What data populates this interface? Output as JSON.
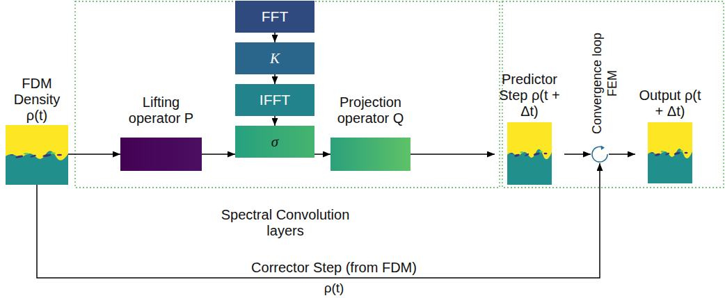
{
  "diagram": {
    "nodes": [
      {
        "text": [
          "FDM Density ρ(t)"
        ]
      },
      {
        "text": [
          "Lifting operator P"
        ]
      },
      {
        "text": [
          "FFT"
        ]
      },
      {
        "text": [
          "K"
        ]
      },
      {
        "text": [
          "IFFT"
        ]
      },
      {
        "text": [
          "σ"
        ]
      },
      {
        "text": [
          "Projection operator Q"
        ]
      },
      {
        "text": [
          "Predictor Step ρ(t + Δt)"
        ]
      },
      {
        "text": [
          "Convergence loop FEM"
        ]
      },
      {
        "text": [
          "Output ρ(t + Δt)"
        ]
      }
    ],
    "edges": [
      {
        "from": 0,
        "to": 1,
        "arrow": "to"
      },
      {
        "from": 1,
        "to": 5,
        "arrow": "to"
      },
      {
        "from": 2,
        "to": 3,
        "arrow": "to"
      },
      {
        "from": 3,
        "to": 4,
        "arrow": "to"
      },
      {
        "from": 4,
        "to": 5,
        "arrow": "to"
      },
      {
        "from": 5,
        "to": 6,
        "arrow": "to"
      },
      {
        "from": 6,
        "to": 7,
        "arrow": "to"
      },
      {
        "from": 7,
        "to": 8,
        "arrow": "to"
      },
      {
        "from": 8,
        "to": 9,
        "arrow": "to"
      },
      {
        "from": 0,
        "to": 8,
        "label": "Corrector Step (from FDM)",
        "arrow": "to"
      }
    ],
    "labels": [
      "Spectral Convolution layers",
      "ρ(t)"
    ]
  }
}
